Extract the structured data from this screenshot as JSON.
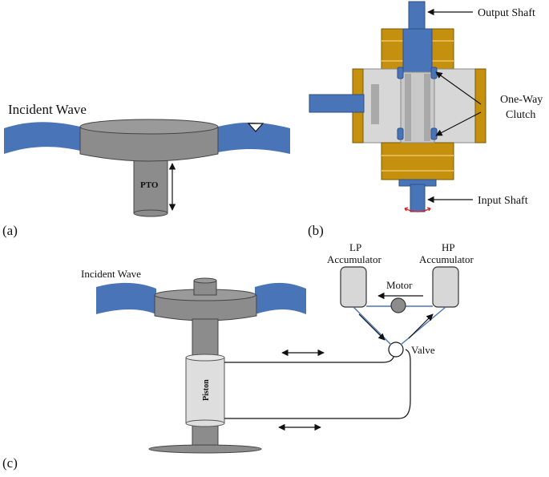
{
  "panels": {
    "a": {
      "tag": "(a)",
      "incident_wave": "Incident Wave",
      "pto": "PTO"
    },
    "b": {
      "tag": "(b)",
      "output_shaft": "Output Shaft",
      "one_way_clutch_line1": "One-Way",
      "one_way_clutch_line2": "Clutch",
      "input_shaft": "Input Shaft"
    },
    "c": {
      "tag": "(c)",
      "incident_wave": "Incident Wave",
      "lp_line1": "LP",
      "lp_line2": "Accumulator",
      "hp_line1": "HP",
      "hp_line2": "Accumulator",
      "motor": "Motor",
      "valve": "Valve",
      "piston": "Piston"
    }
  },
  "colors": {
    "water": "#4a74b8",
    "body": "#8c8c8c",
    "clutch_housing": "#c4900d",
    "clutch_core": "#d7d7d7",
    "shaft": "#4a74b8",
    "red_marks": "#d62020"
  }
}
